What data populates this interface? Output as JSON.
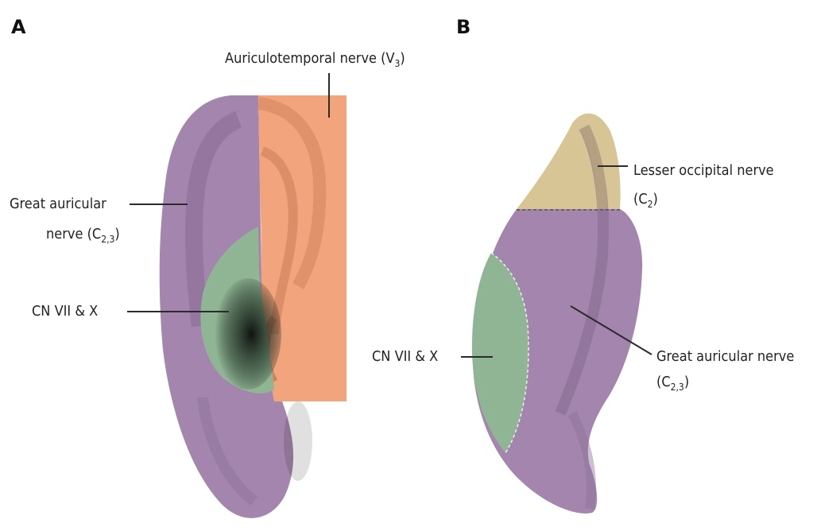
{
  "panels": [
    {
      "letter": "A"
    },
    {
      "letter": "B"
    }
  ],
  "labels": {
    "auriculotemporal": {
      "text": "Auriculotemporal nerve (V",
      "sub": "3",
      "close": ")"
    },
    "great_auricular_a_line1": "Great auricular",
    "great_auricular_a_line2": {
      "text": "nerve (C",
      "sub": "2,3",
      "close": ")"
    },
    "cn_a": "CN VII & X",
    "lesser_occipital_line1": "Lesser occipital nerve",
    "lesser_occipital_line2": {
      "text": "(C",
      "sub": "2",
      "close": ")"
    },
    "cn_b": "CN VII & X",
    "great_auricular_b_line1": "Great auricular nerve",
    "great_auricular_b_line2": {
      "text": "(C",
      "sub": "2,3",
      "close": ")"
    }
  },
  "colors": {
    "great_auricular": "#a385ad",
    "auriculotemporal": "#f2a57c",
    "cn_vii_x": "#8fb594",
    "lesser_occipital": "#d8c595"
  }
}
